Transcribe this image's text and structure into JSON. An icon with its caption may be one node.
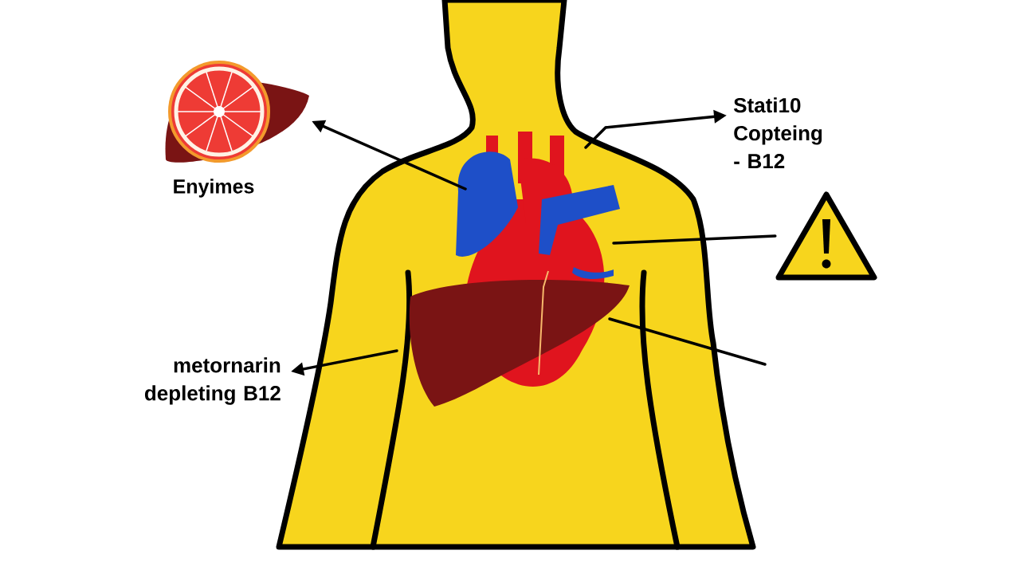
{
  "diagram": {
    "nodes": [
      {
        "text": [],
        "shape": "picture",
        "beside": [
          "Enyimes"
        ]
      },
      {
        "text": [
          "Stati10 Copteing - B12"
        ]
      },
      {
        "text": [],
        "shape": "triangle"
      },
      {
        "text": [
          "metornarin depleting B12"
        ]
      }
    ],
    "edges": [
      {
        "from": null,
        "to": 0,
        "arrow": "to"
      },
      {
        "from": null,
        "to": 1,
        "arrow": "to"
      },
      {
        "from": null,
        "to": 2,
        "arrow": "none"
      },
      {
        "from": null,
        "to": 3,
        "arrow": "to"
      }
    ]
  }
}
